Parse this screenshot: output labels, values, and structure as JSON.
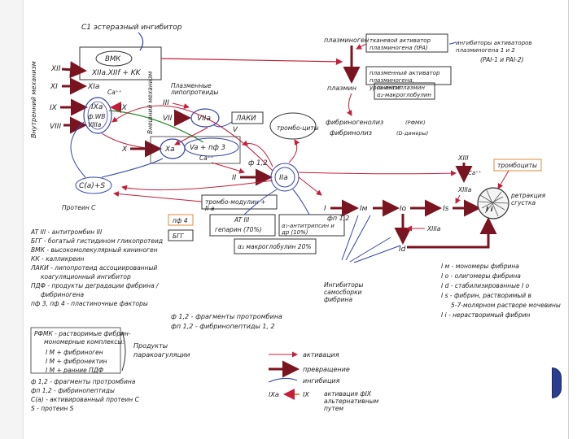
{
  "colors": {
    "activation": "#c41e3a",
    "conversion": "#7a1420",
    "inhibition": "#3344aa",
    "inhibition_alt": "#2a8a2a",
    "ink": "#222222",
    "orange_box": "#e08a3a",
    "nav_button": "#2b3d8f"
  },
  "top": {
    "c1": "С1 эстеразный ингибитор",
    "vmk": "ВМК",
    "xiia_complex": "XIIa.XIIf + KK"
  },
  "factors": {
    "xii": "XII",
    "xi": "XI",
    "xia": "XIa",
    "ca": "Ca⁺⁺",
    "ix_left": "IX",
    "ixa": "IXa",
    "ix_right": "IX",
    "fwf": "ф.WB",
    "viiia": "VIIIa",
    "viii": "VIII",
    "x": "X",
    "xa": "Xa",
    "va_pf3": "Va + пф 3",
    "v": "V",
    "ca2": "Ca⁺⁺",
    "vii": "VII",
    "viia": "VIIa",
    "iii": "III",
    "laki": "ЛАКИ",
    "plasma_lipo": "Плазменные липопротеиды",
    "f12": "ф 1,2",
    "ii": "II",
    "iia": "IIa",
    "pc_complex": "C(a)+S",
    "protein_c": "Протеин C",
    "thrombomodulin": "тромбо-модулин + II a",
    "pf4": "пф 4",
    "bgg": "БГГ",
    "at3": "AT III",
    "heparin": "гепарин (70%)",
    "a1_antitrypsin": "α₁-антитрипсин и др (10%)",
    "a2_macro": "α₂ макроглобулин 20%",
    "thrombocytes": "тромбо-циты"
  },
  "labels": {
    "intrinsic": "Внутренний механизм",
    "extrinsic": "Внешний механизм"
  },
  "fibrinolysis": {
    "plasminogen": "плазминоген",
    "tpa": "тканевой активатор плазминогена (tPA)",
    "inhibitors_act": "ингибиторы активаторов плазминогена 1 и 2",
    "pai": "(PAI-1 и PAI-2)",
    "plasma_act": "плазменный активатор плазминогена, урокиназа",
    "plasmin": "плазмин",
    "a2_antiplasmin": "α₂-антиплазмин",
    "a2_macro2": "α₂-макроглобулин",
    "fibrinogenolysis": "фибриногенолиз",
    "rfmk_tag": "(РФМК)",
    "fibrinolysis_label": "фибринолиз",
    "d_dimers": "(D-димеры)"
  },
  "fibrin": {
    "i": "I",
    "fp12": "фп 1,2",
    "im": "Iм",
    "io": "Io",
    "is": "Is",
    "ii": "I i",
    "id": "Id",
    "xiii": "XIII",
    "ca": "Ca⁺⁺",
    "xiiia": "XIIIa",
    "xiiia2": "XIIIa",
    "thrombocytes2": "тромбоциты",
    "retraction": "ретракция сгустка",
    "self_assembly": "Ингибиторы самосборки фибрина"
  },
  "legend_left": [
    "AT III - антитромбин III",
    "БГГ - богатый гистидином гликопротеид",
    "ВМК - высокомолекулярный кининоген",
    "КК - калликреин",
    "ЛАКИ - липопротеид ассоциированный коагуляционный ингибитор",
    "ПДФ - продукты деградации фибрина / фибриногена",
    "пф 3, пф 4 - пластиночные факторы"
  ],
  "rfmk": {
    "head": "РФМК - растворимые фибрин-мономерные комплексы:",
    "items": [
      "I M + фибриноген",
      "I M + фибронектин",
      "I M + ранние ПДФ"
    ],
    "products": "Продукты паракоагуляции"
  },
  "legend_bottom_left": [
    "ф 1,2 - фрагменты протромбина",
    "фп 1,2 - фибринопептиды",
    "C(a) - активированный протеин С",
    "S - протеин S"
  ],
  "legend_mid": [
    "ф 1,2 - фрагменты протромбина",
    "фп 1,2 - фибринопептиды 1, 2"
  ],
  "legend_right": [
    "I м - мономеры фибрина",
    "I o - олигомеры фибрина",
    "I d - стабилизированные I o",
    "I s - фибрин, растворимый в 5-7-молярном растворе мочевины",
    "I i - нерастворимый фибрин"
  ],
  "arrow_legend": {
    "activation": "активация",
    "conversion": "превращение",
    "inhibition": "ингибиция",
    "ixa": "IXa",
    "ix": "IX",
    "alt": "активация фIX альтернативным путем"
  }
}
